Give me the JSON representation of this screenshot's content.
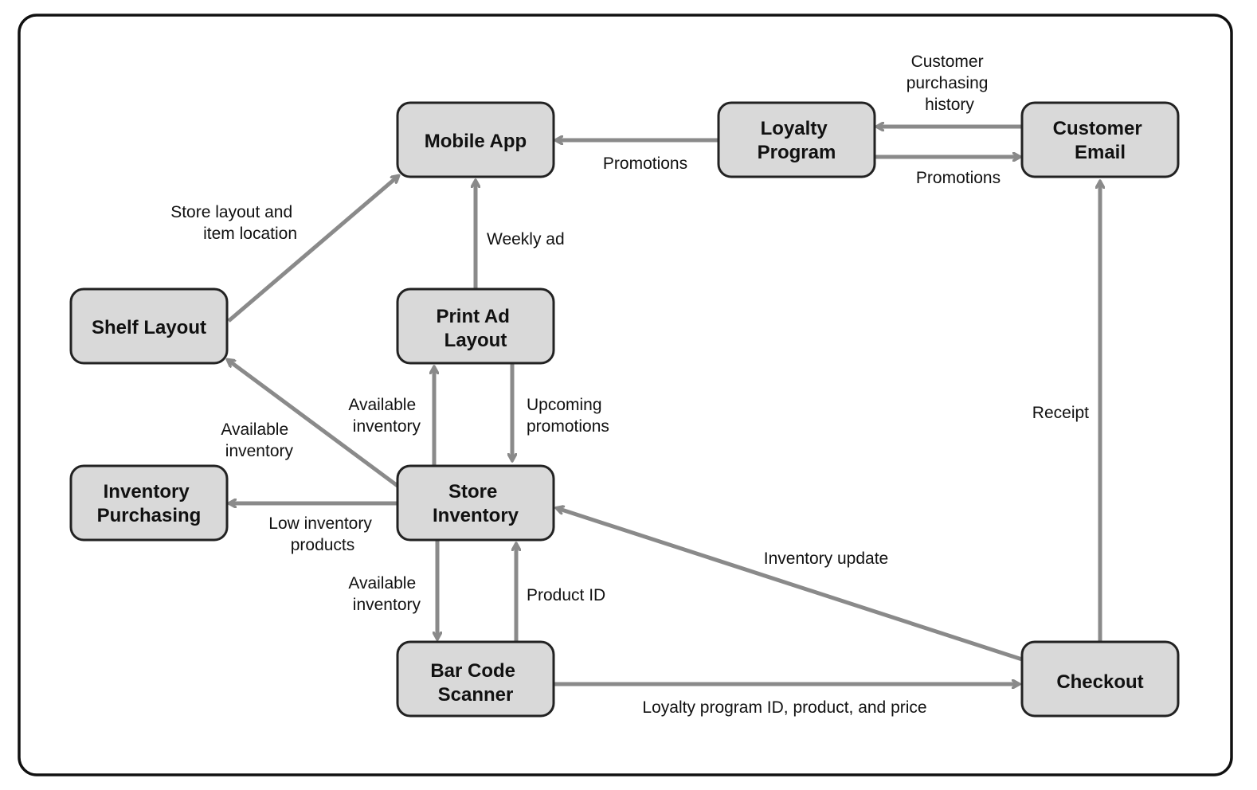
{
  "colors": {
    "node_fill": "#d9d9d9",
    "node_border": "#222222",
    "edge": "#8a8a8a",
    "frame": "#111111"
  },
  "nodes": {
    "mobile_app": [
      "Mobile App"
    ],
    "loyalty_program": [
      "Loyalty",
      "Program"
    ],
    "customer_email": [
      "Customer",
      "Email"
    ],
    "shelf_layout": [
      "Shelf Layout"
    ],
    "print_ad_layout": [
      "Print Ad",
      "Layout"
    ],
    "inventory_purchasing": [
      "Inventory",
      "Purchasing"
    ],
    "store_inventory": [
      "Store",
      "Inventory"
    ],
    "bar_code_scanner": [
      "Bar Code",
      "Scanner"
    ],
    "checkout": [
      "Checkout"
    ]
  },
  "edges": {
    "loyalty_to_mobile": [
      "Promotions"
    ],
    "email_to_loyalty": [
      "Customer",
      "purchasing",
      "history"
    ],
    "loyalty_to_email": [
      "Promotions"
    ],
    "shelf_to_mobile": [
      "Store layout and",
      "item location"
    ],
    "printad_to_mobile": [
      "Weekly ad"
    ],
    "inventory_to_printad": [
      "Available",
      "inventory"
    ],
    "printad_to_inventory": [
      "Upcoming",
      "promotions"
    ],
    "inventory_to_shelf": [
      "Available",
      "inventory"
    ],
    "inventory_to_purchasing": [
      "Low inventory",
      "products"
    ],
    "inventory_to_scanner": [
      "Available",
      "inventory"
    ],
    "scanner_to_inventory": [
      "Product ID"
    ],
    "checkout_to_inventory": [
      "Inventory update"
    ],
    "checkout_to_email": [
      "Receipt"
    ],
    "scanner_to_checkout": [
      "Loyalty program ID, product, and price"
    ]
  }
}
